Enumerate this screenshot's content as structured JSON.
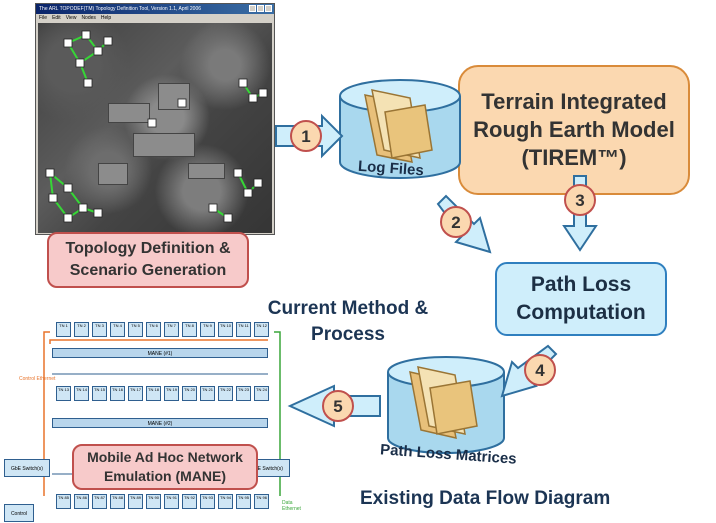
{
  "topology_window": {
    "title": "The ARL TOPODEF(TM) Topology Definition Tool, Version 1.1, April 2006",
    "menu": [
      "File",
      "Edit",
      "View",
      "Nodes",
      "Help"
    ]
  },
  "nodes": {
    "topology": "Topology Definition & Scenario Generation",
    "log_files": "Log Files",
    "tirem": "Terrain Integrated Rough Earth Model (TIREM™)",
    "path_loss_computation": "Path Loss Computation",
    "path_loss_matrices": "Path Loss Matrices",
    "mane": "Mobile Ad Hoc Network Emulation (MANE)"
  },
  "steps": [
    "1",
    "2",
    "3",
    "4",
    "5"
  ],
  "captions": {
    "current_method": "Current Method & Process",
    "existing_flow": "Existing Data Flow Diagram"
  },
  "mane_diagram": {
    "mane1": "MANE (#1)",
    "mane2": "MANE (#2)",
    "control_ethernet": "Control Ethernet",
    "data_ethernet": "Data Ethernet",
    "gbe_switch": "GbE Switch(s)",
    "control_pc": "Control",
    "row1": [
      "TN 1",
      "TN 2",
      "TN 3",
      "TN 4",
      "TN 5",
      "TN 6",
      "TN 7",
      "TN 8",
      "TN 9",
      "TN 10",
      "TN 11",
      "TN 12"
    ],
    "row2": [
      "TN 13",
      "TN 14",
      "TN 15",
      "TN 16",
      "TN 17",
      "TN 18",
      "TN 19",
      "TN 20",
      "TN 21",
      "TN 22",
      "TN 23",
      "TN 24"
    ],
    "row3": [
      "TN 85",
      "TN 86",
      "TN 87",
      "TN 88",
      "TN 89",
      "TN 90",
      "TN 91",
      "TN 92",
      "TN 93",
      "TN 94",
      "TN 95",
      "TN 96"
    ]
  },
  "colors": {
    "arrow_fill": "#cfeefb",
    "arrow_stroke": "#2f6f9f",
    "step_circle": "#fbd8b0",
    "step_stroke": "#c0504d"
  }
}
